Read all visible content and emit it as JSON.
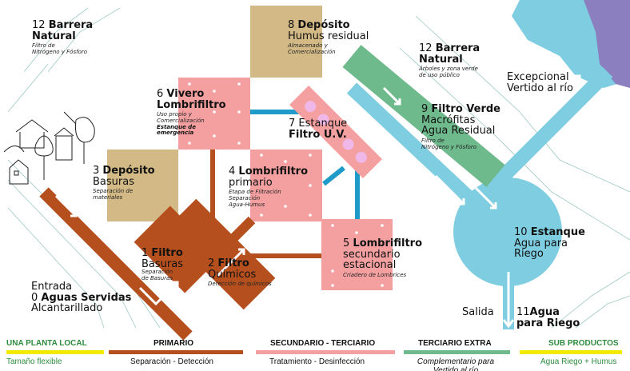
{
  "colors": {
    "primary": "#b5501e",
    "secondary": "#f5a0a0",
    "tertiary_extra": "#6fba8c",
    "water": "#7ecde0",
    "pipe": "#1e9bc8",
    "deposit": "#d2b985",
    "local": "#f2ea00",
    "purple": "#8b7fc0"
  },
  "nodes": {
    "n12a": {
      "num": "12",
      "title": "Barrera",
      "title2": "Natural",
      "desc": "Filtro de",
      "desc2": "Nitrógeno y Fósforo"
    },
    "n8": {
      "num": "8",
      "title": "Depósito",
      "line2": "Humus residual",
      "desc": "Almacenado y",
      "desc2": "Comercialización"
    },
    "n12b": {
      "num": "12",
      "title": "Barrera",
      "title2": "Natural",
      "desc": "Árboles y zona verde",
      "desc2": "de uso público"
    },
    "exc": {
      "line1": "Excepcional",
      "line2": "Vertido al río"
    },
    "n6": {
      "num": "6",
      "title": "Vivero",
      "title2": "Lombrifiltro",
      "desc": "Uso propio y",
      "desc2": "Comercialización",
      "desc3": "Estanque de",
      "desc4": "emergencia"
    },
    "n7": {
      "line1": "7 Estanque",
      "title": "Filtro U.V."
    },
    "n9": {
      "num": "9",
      "title": "Filtro Verde",
      "line2": "Macrófitas",
      "line3": "Agua Residual",
      "desc": "Filtro de",
      "desc2": "Nitrógeno y Fósforo"
    },
    "n3": {
      "num": "3",
      "title": "Depósito",
      "line2": "Basuras",
      "desc": "Separación de",
      "desc2": "materiales"
    },
    "n4": {
      "num": "4",
      "title": "Lombrifiltro",
      "line2": "primario",
      "desc": "Etapa de Filtración",
      "desc2": "Separación",
      "desc3": "Agua-Humus"
    },
    "n10": {
      "num": "10",
      "title": "Estanque",
      "line2": "Agua para",
      "line3": "Riego"
    },
    "n1": {
      "num": "1",
      "title": "Filtro",
      "line2": "Basuras",
      "desc": "Separación",
      "desc2": "de Basuras"
    },
    "n2": {
      "num": "2",
      "title": "Filtro",
      "line2": "Químicos",
      "desc": "Detección de químicos"
    },
    "n5": {
      "num": "5",
      "title": "Lombrifiltro",
      "line2": "secundario",
      "line3": "estacional",
      "desc": "Criadero de Lombrices"
    },
    "n0": {
      "line1": "Entrada",
      "num": "0",
      "title": "Aguas Servidas",
      "line3": "Alcantarillado"
    },
    "n11": {
      "salida": "Salida",
      "num": "11",
      "title": "Agua",
      "title2": "para Riego"
    }
  },
  "legend": [
    {
      "title": "UNA PLANTA LOCAL",
      "sub": "Tamaño flexible"
    },
    {
      "title": "PRIMARIO",
      "sub": "Separación - Detección"
    },
    {
      "title": "SECUNDARIO - TERCIARIO",
      "sub": "Tratamiento - Desinfección"
    },
    {
      "title": "TERCIARIO EXTRA",
      "sub": "Complementario para Vertido al río"
    },
    {
      "title": "SUB PRODUCTOS",
      "sub": "Agua Riego + Humus"
    }
  ]
}
